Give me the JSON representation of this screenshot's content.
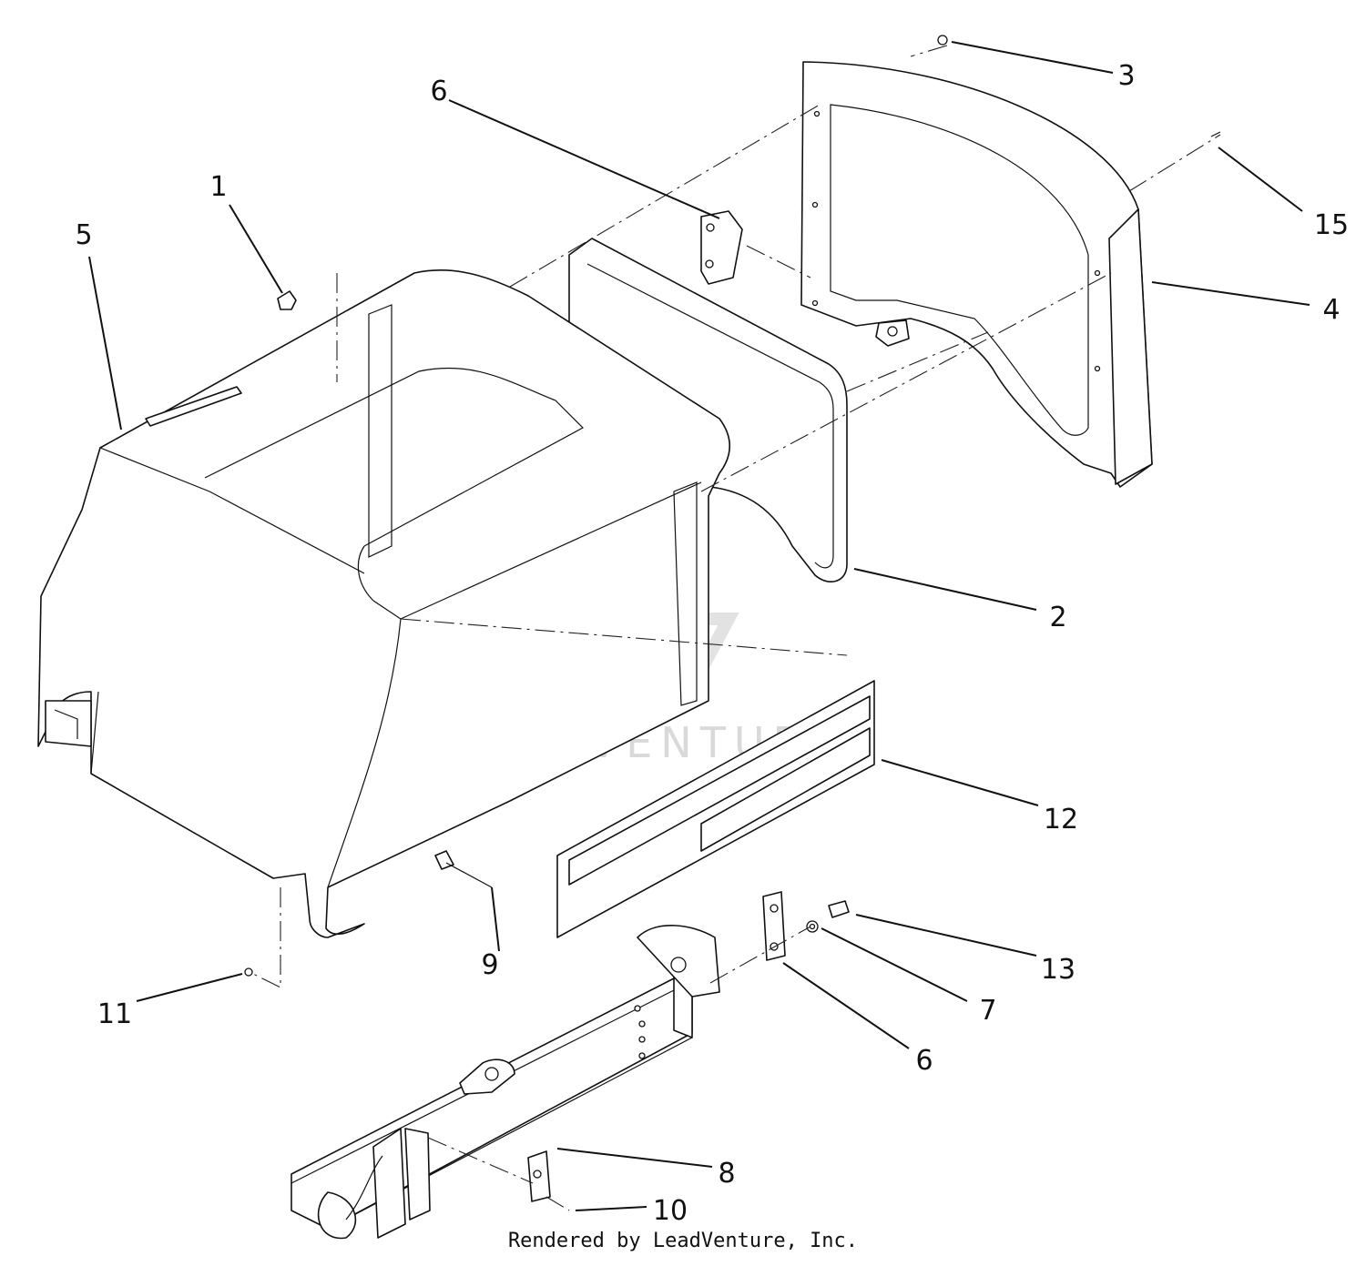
{
  "watermark": "LEADVENTURE",
  "credit": "Rendered by LeadVenture, Inc.",
  "callouts": [
    "1",
    "2",
    "3",
    "4",
    "5",
    "6",
    "6",
    "7",
    "8",
    "9",
    "10",
    "11",
    "12",
    "13",
    "15"
  ]
}
